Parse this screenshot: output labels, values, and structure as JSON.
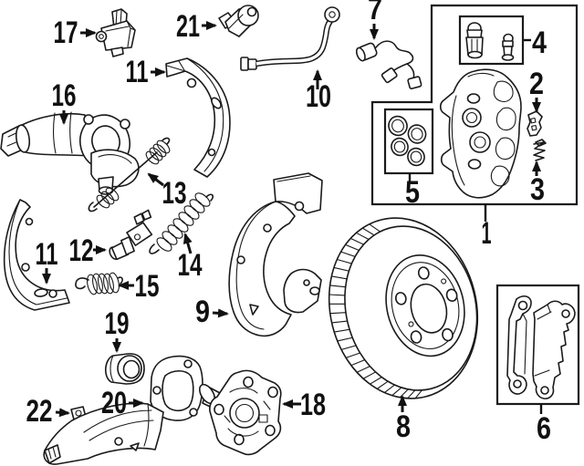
{
  "colors": {
    "background": "#ffffff",
    "line": "#1a1a1a"
  },
  "callouts": {
    "c1": {
      "text": "1"
    },
    "c2": {
      "text": "2"
    },
    "c3": {
      "text": "3"
    },
    "c4": {
      "text": "4"
    },
    "c5": {
      "text": "5"
    },
    "c6": {
      "text": "6"
    },
    "c7": {
      "text": "7"
    },
    "c8": {
      "text": "8"
    },
    "c9": {
      "text": "9"
    },
    "c10": {
      "text": "10"
    },
    "c11a": {
      "text": "11"
    },
    "c11b": {
      "text": "11"
    },
    "c12": {
      "text": "12"
    },
    "c13": {
      "text": "13"
    },
    "c14": {
      "text": "14"
    },
    "c15": {
      "text": "15"
    },
    "c16": {
      "text": "16"
    },
    "c17": {
      "text": "17"
    },
    "c18": {
      "text": "18"
    },
    "c19": {
      "text": "19"
    },
    "c20": {
      "text": "20"
    },
    "c21": {
      "text": "21"
    },
    "c22": {
      "text": "22"
    }
  }
}
